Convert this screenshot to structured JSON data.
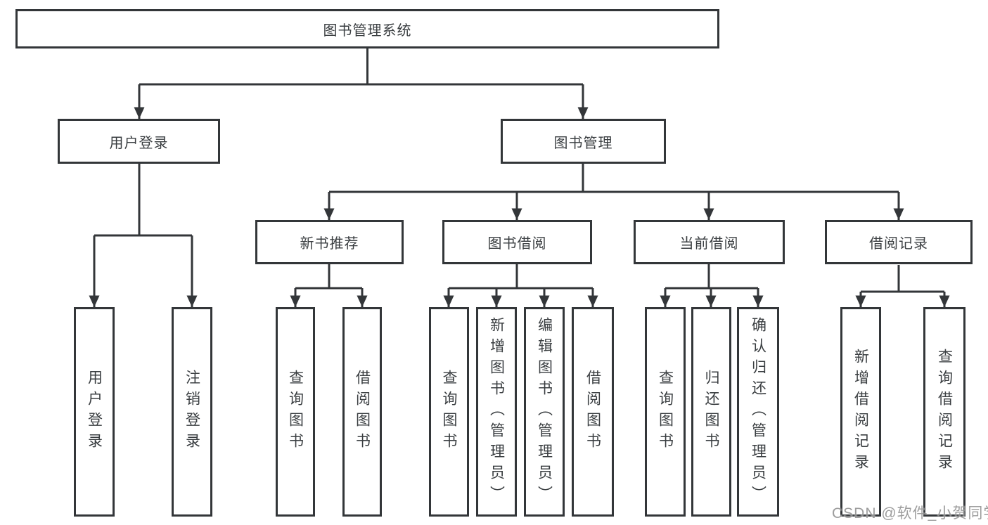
{
  "watermark": "CSDN @软件_小贺同学",
  "colors": {
    "line": "#333639",
    "text": "#3a3e41",
    "background": "#ffffff",
    "watermark": "#8c8c8c"
  },
  "tree": {
    "label": "图书管理系统",
    "children": [
      {
        "label": "用户登录",
        "children": [
          {
            "label": "用户登录"
          },
          {
            "label": "注销登录"
          }
        ]
      },
      {
        "label": "图书管理",
        "children": [
          {
            "label": "新书推荐",
            "children": [
              {
                "label": "查询图书"
              },
              {
                "label": "借阅图书"
              }
            ]
          },
          {
            "label": "图书借阅",
            "children": [
              {
                "label": "查询图书"
              },
              {
                "label": "新增图书（管理员）"
              },
              {
                "label": "编辑图书（管理员）"
              },
              {
                "label": "借阅图书"
              }
            ]
          },
          {
            "label": "当前借阅",
            "children": [
              {
                "label": "查询图书"
              },
              {
                "label": "归还图书"
              },
              {
                "label": "确认归还（管理员）"
              }
            ]
          },
          {
            "label": "借阅记录",
            "children": [
              {
                "label": "新增借阅记录"
              },
              {
                "label": "查询借阅记录"
              }
            ]
          }
        ]
      }
    ]
  }
}
